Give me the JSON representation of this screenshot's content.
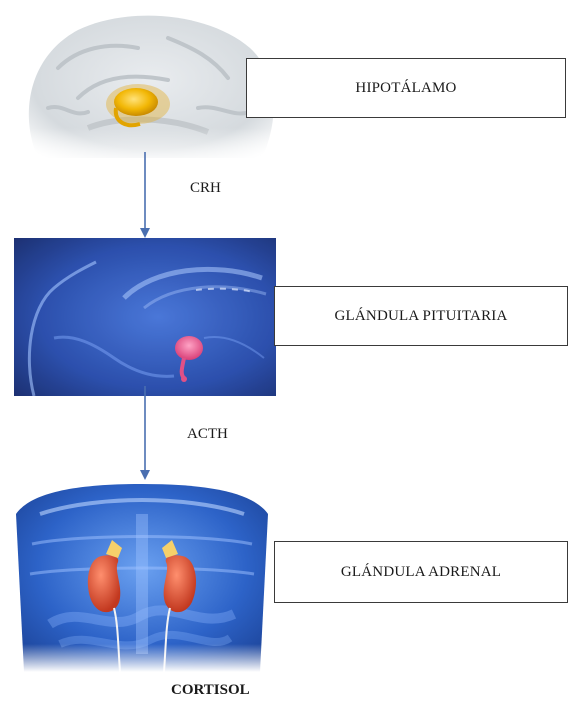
{
  "steps": [
    {
      "label": "HIPOTÁLAMO"
    },
    {
      "label": "GLÁNDULA PITUITARIA"
    },
    {
      "label": "GLÁNDULA ADRENAL"
    }
  ],
  "hormones": {
    "first": "CRH",
    "second": "ACTH"
  },
  "output": "CORTISOL",
  "colors": {
    "arrow": "#4a6fb0",
    "hypothalamus_highlight": "#f2b705",
    "pituitary_highlight": "#e0467f",
    "adrenal_highlight": "#e35a3a",
    "xray_blue": "#1c3f9e"
  },
  "icons": {
    "arrow": "down-arrow-icon"
  }
}
